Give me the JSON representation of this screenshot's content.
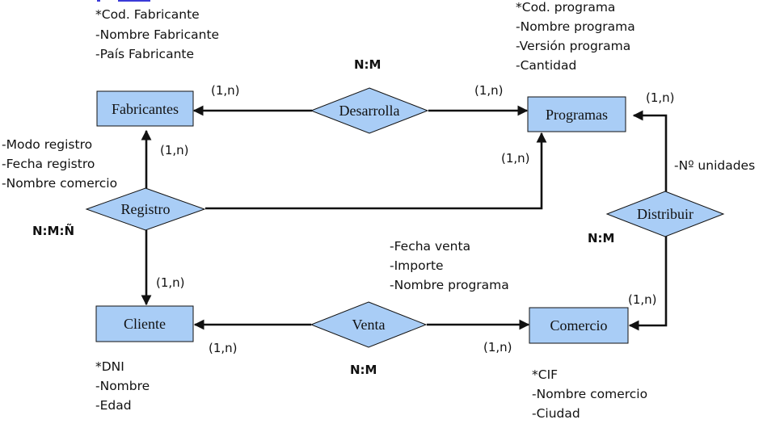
{
  "entities": {
    "fabricantes": "Fabricantes",
    "programas": "Programas",
    "cliente": "Cliente",
    "comercio": "Comercio"
  },
  "relationships": {
    "desarrolla": "Desarrolla",
    "registro": "Registro",
    "venta": "Venta",
    "distribuir": "Distribuir"
  },
  "attributes": {
    "fabricantes": [
      "*Cod. Fabricante",
      "-Nombre Fabricante",
      "-País Fabricante"
    ],
    "programas": [
      "*Cod. programa",
      "-Nombre programa",
      "-Versión programa",
      "-Cantidad"
    ],
    "registro": [
      "-Modo registro",
      "-Fecha registro",
      "-Nombre comercio"
    ],
    "venta": [
      "-Fecha venta",
      "-Importe",
      "-Nombre programa"
    ],
    "distribuir": [
      "-Nº unidades"
    ],
    "cliente": [
      "*DNI",
      "-Nombre",
      "-Edad"
    ],
    "comercio": [
      "*CIF",
      "-Nombre comercio",
      "-Ciudad"
    ]
  },
  "cardinalities": {
    "desarrolla_fabricantes": "(1,n)",
    "desarrolla_programas": "(1,n)",
    "registro_fabricantes": "(1,n)",
    "registro_programas": "(1,n)",
    "registro_cliente": "(1,n)",
    "distribuir_programas": "(1,n)",
    "distribuir_comercio": "(1,n)",
    "venta_cliente": "(1,n)",
    "venta_comercio": "(1,n)"
  },
  "relationship_types": {
    "desarrolla": "N:M",
    "registro": "N:M:Ñ",
    "venta": "N:M",
    "distribuir": "N:M"
  }
}
